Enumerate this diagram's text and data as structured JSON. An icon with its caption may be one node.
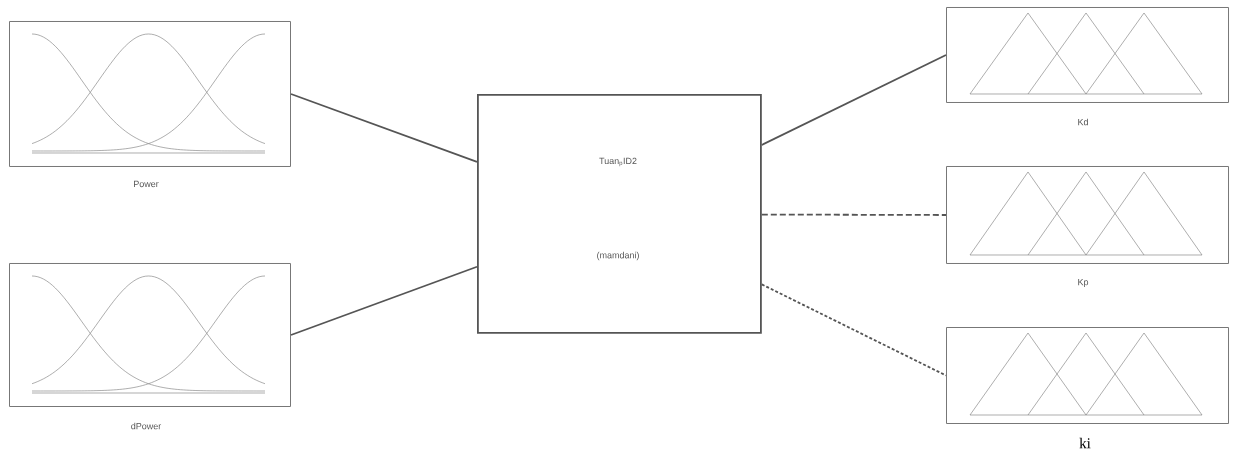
{
  "diagram": {
    "nodes": [
      {
        "text": [
          "Power"
        ]
      },
      {
        "text": [
          "dPower"
        ]
      },
      {
        "text": [
          "Tuan$_{p}$ID2",
          "(mamdani)"
        ]
      },
      {
        "text": [
          "Kd"
        ]
      },
      {
        "text": [
          "Kp"
        ]
      },
      {
        "text": [
          "ki"
        ]
      }
    ],
    "edges": [
      {
        "from": 0,
        "to": 2,
        "arrow": "none"
      },
      {
        "from": 1,
        "to": 2,
        "arrow": "none"
      },
      {
        "from": 2,
        "to": 3,
        "arrow": "none"
      },
      {
        "from": 2,
        "to": 4,
        "arrow": "none",
        "style": "dashed"
      },
      {
        "from": 2,
        "to": 5,
        "arrow": "none",
        "style": "dashed"
      }
    ]
  }
}
